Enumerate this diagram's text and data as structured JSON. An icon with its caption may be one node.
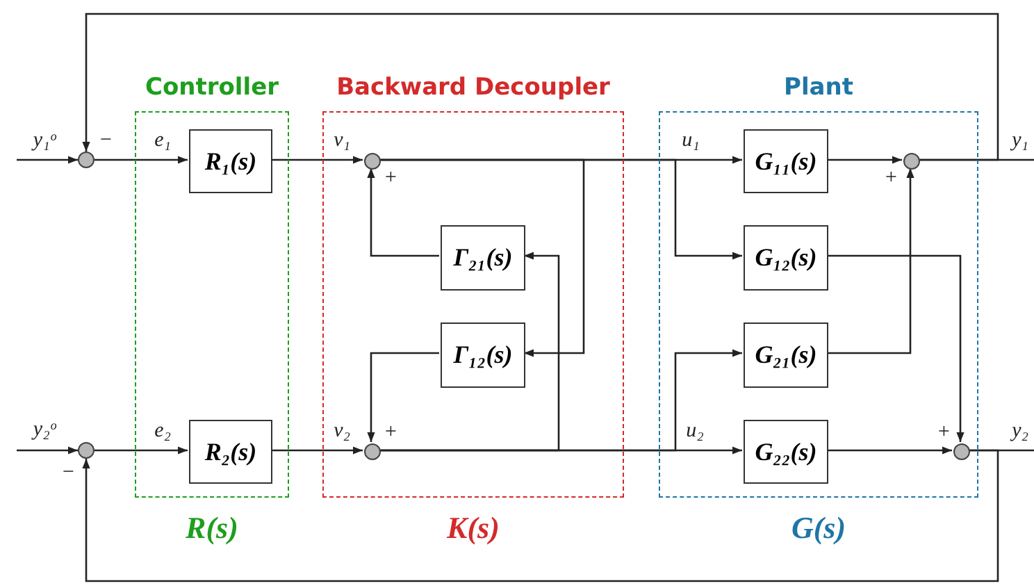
{
  "diagram": {
    "nodes": [
      {
        "text": [],
        "shape": "circle"
      },
      {
        "text": [],
        "shape": "circle"
      },
      {
        "text": [
          "Controller",
          "R(s)"
        ]
      },
      {
        "text": [
          "R₁(s)"
        ],
        "in": 2
      },
      {
        "text": [
          "R₂(s)"
        ],
        "in": 2
      },
      {
        "text": [
          "Backward Decoupler",
          "K(s)"
        ]
      },
      {
        "text": [],
        "shape": "circle",
        "in": 5
      },
      {
        "text": [
          "Γ₂₁(s)"
        ],
        "in": 5
      },
      {
        "text": [
          "Γ₁₂(s)"
        ],
        "in": 5
      },
      {
        "text": [],
        "shape": "circle",
        "in": 5
      },
      {
        "text": [
          "Plant",
          "G(s)"
        ]
      },
      {
        "text": [
          "G₁₁(s)"
        ],
        "in": 10
      },
      {
        "text": [
          "G₁₂(s)"
        ],
        "in": 10
      },
      {
        "text": [
          "G₂₁(s)"
        ],
        "in": 10
      },
      {
        "text": [
          "G₂₂(s)"
        ],
        "in": 10
      },
      {
        "text": [],
        "shape": "circle",
        "in": 10
      },
      {
        "text": [],
        "shape": "circle",
        "in": 10
      }
    ],
    "edges": [
      {
        "from": null,
        "to": 0,
        "arrow": "to",
        "label": "y₁ᵒ"
      },
      {
        "from": null,
        "to": 1,
        "arrow": "to",
        "label": "y₂ᵒ"
      },
      {
        "from": 0,
        "to": 3,
        "arrow": "to",
        "label": "e₁"
      },
      {
        "from": 1,
        "to": 4,
        "arrow": "to",
        "label": "e₂"
      },
      {
        "from": 3,
        "to": 6,
        "arrow": "to",
        "label": "ν₁"
      },
      {
        "from": 4,
        "to": 9,
        "arrow": "to",
        "label": "ν₂"
      },
      {
        "from": 6,
        "to": 11,
        "arrow": "to",
        "label": "u₁"
      },
      {
        "from": 6,
        "to": 12,
        "arrow": "to"
      },
      {
        "from": 6,
        "to": 8,
        "arrow": "to"
      },
      {
        "from": 9,
        "to": 14,
        "arrow": "to",
        "label": "u₂"
      },
      {
        "from": 9,
        "to": 13,
        "arrow": "to"
      },
      {
        "from": 9,
        "to": 7,
        "arrow": "to"
      },
      {
        "from": 7,
        "to": 6,
        "arrow": "to",
        "label": "+"
      },
      {
        "from": 8,
        "to": 9,
        "arrow": "to",
        "label": "+"
      },
      {
        "from": 11,
        "to": 15,
        "arrow": "to"
      },
      {
        "from": 13,
        "to": 15,
        "arrow": "to",
        "label": "+"
      },
      {
        "from": 12,
        "to": 16,
        "arrow": "to",
        "label": "+"
      },
      {
        "from": 14,
        "to": 16,
        "arrow": "to"
      },
      {
        "from": 15,
        "to": null,
        "arrow": "none",
        "label": "y₁"
      },
      {
        "from": 16,
        "to": null,
        "arrow": "none",
        "label": "y₂"
      },
      {
        "from": 15,
        "to": 0,
        "arrow": "to",
        "label": "−"
      },
      {
        "from": 16,
        "to": 1,
        "arrow": "to",
        "label": "−"
      }
    ]
  }
}
